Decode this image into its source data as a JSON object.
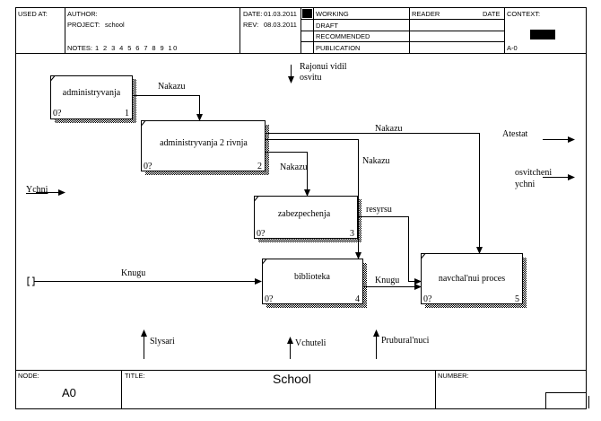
{
  "header": {
    "used_at_label": "USED AT:",
    "author_label": "AUTHOR:",
    "project_label": "PROJECT:",
    "project_value": "school",
    "notes_label": "NOTES:",
    "notes_numbers": "1 2 3 4 5 6 7 8 9 10",
    "date_label": "DATE:",
    "date_value": "01.03.2011",
    "rev_label": "REV:",
    "rev_value": "08.03.2011",
    "status": [
      "WORKING",
      "DRAFT",
      "RECOMMENDED",
      "PUBLICATION"
    ],
    "reader_label": "READER",
    "date2_label": "DATE",
    "context_label": "CONTEXT:",
    "context_node": "A-0"
  },
  "footer": {
    "node_label": "NODE:",
    "node_value": "A0",
    "title_label": "TITLE:",
    "title_value": "School",
    "number_label": "NUMBER:"
  },
  "diagram": {
    "boxes": [
      {
        "id": "box1",
        "name": "administryvanja",
        "cost": "0?",
        "num": "1"
      },
      {
        "id": "box2",
        "name": "administryvanja 2 rivnja",
        "cost": "0?",
        "num": "2"
      },
      {
        "id": "box3",
        "name": "zabezpechenja",
        "cost": "0?",
        "num": "3"
      },
      {
        "id": "box4",
        "name": "biblioteka",
        "cost": "0?",
        "num": "4"
      },
      {
        "id": "box5",
        "name": "navchal'nui proces",
        "cost": "0?",
        "num": "5"
      }
    ],
    "labels": {
      "rajonui": "Rajonui vidil",
      "osvitu": "osvitu",
      "nakazu_1": "Nakazu",
      "nakazu_2": "Nakazu",
      "nakazu_3": "Nakazu",
      "nakazu_4": "Nakazu",
      "atestat": "Atestat",
      "osvitcheni": "osvitcheni",
      "ychni_out": "ychni",
      "ychni_in": "Ychni",
      "resyrsu": "resyrsu",
      "knugu_in": "Knugu",
      "knugu_mid": "Knugu",
      "slysari": "Slysari",
      "vchuteli": "Vchuteli",
      "prubural": "Prubural'nuci"
    }
  }
}
